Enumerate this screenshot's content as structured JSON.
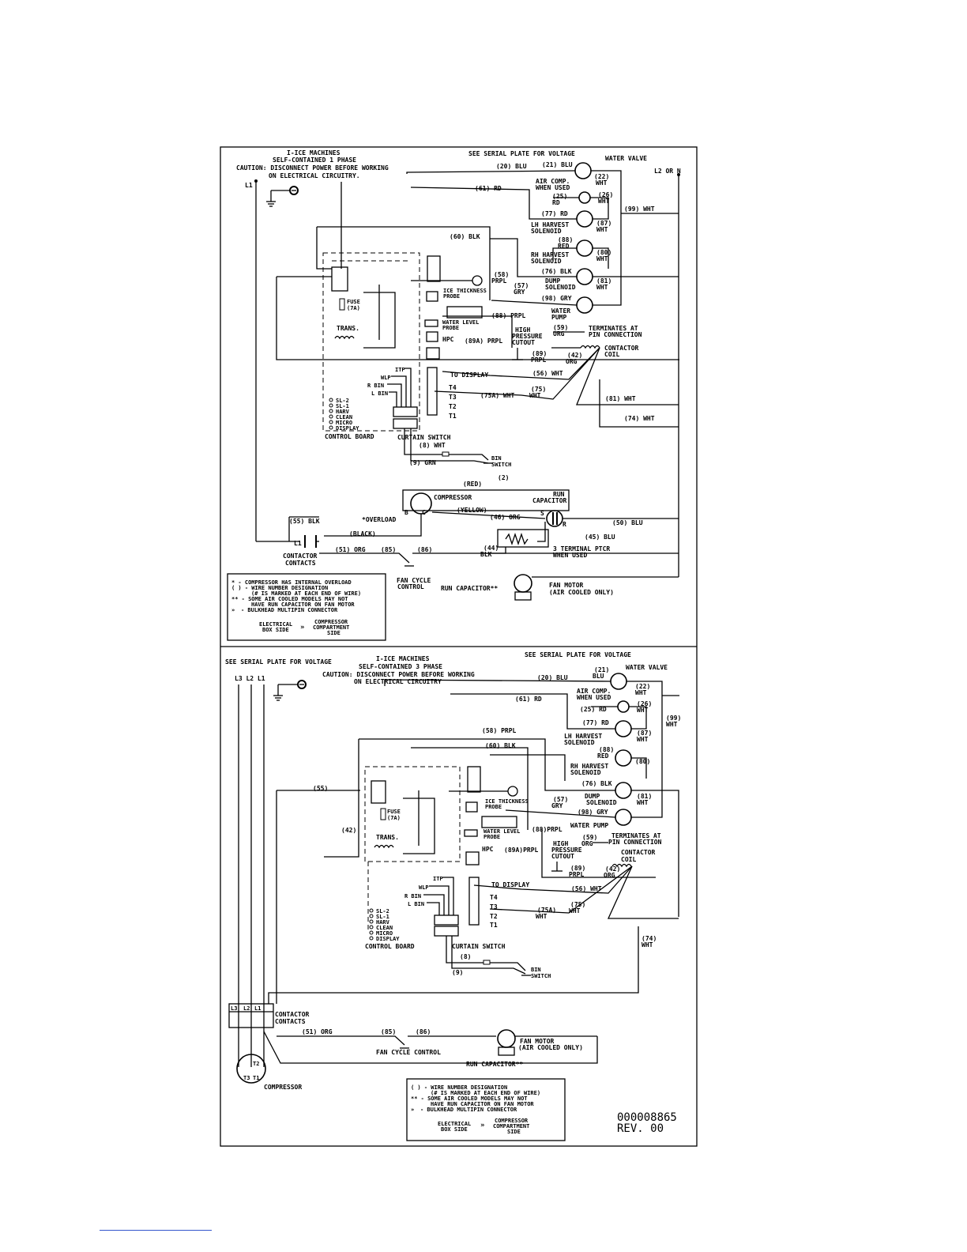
{
  "top": {
    "title": [
      "I-ICE MACHINES",
      "SELF-CONTAINED 1 PHASE",
      "CAUTION: DISCONNECT POWER BEFORE WORKING",
      "ON ELECTRICAL CIRCUITRY."
    ],
    "voltage_note": "SEE SERIAL PLATE FOR VOLTAGE",
    "l1": "L1",
    "l2": "L2 OR N",
    "components": {
      "water_valve": "WATER VALVE",
      "air_comp": [
        "AIR COMP.",
        "WHEN USED"
      ],
      "lh_harvest": [
        "LH HARVEST",
        "SOLENOID"
      ],
      "rh_harvest": [
        "RH HARVEST",
        "SOLENOID"
      ],
      "dump": [
        "DUMP",
        "SOLENOID"
      ],
      "water_pump": [
        "WATER",
        "PUMP"
      ],
      "ice_probe": [
        "ICE THICKNESS",
        "PROBE"
      ],
      "water_probe": [
        "WATER LEVEL",
        "PROBE"
      ],
      "high_pressure": [
        "HIGH",
        "PRESSURE",
        "CUTOUT"
      ],
      "hpc": "HPC",
      "terminates": [
        "TERMINATES AT",
        "PIN CONNECTION"
      ],
      "contactor_coil": [
        "CONTACTOR",
        "COIL"
      ],
      "fuse": [
        "FUSE",
        "(7A)"
      ],
      "trans": "TRANS.",
      "to_display": "TO DISPLAY",
      "t_labels": [
        "T4",
        "T3",
        "T2",
        "T1"
      ],
      "inputs": [
        "ITP",
        "WLP",
        "R BIN",
        "L BIN"
      ],
      "leds": [
        "SL-2",
        "SL-1",
        "HARV",
        "CLEAN",
        "MICRO",
        "DISPLAY"
      ],
      "control_board": "CONTROL BOARD",
      "curtain_switch": "CURTAIN SWITCH",
      "bin_switch": [
        "BIN",
        "SWITCH"
      ],
      "compressor": "COMPRESSOR",
      "run_capacitor": [
        "RUN",
        "CAPACITOR"
      ],
      "overload": "*OVERLOAD",
      "ptcr": [
        "3 TERMINAL PTCR",
        "WHEN USED"
      ],
      "contactor_contacts": [
        "CONTACTOR",
        "CONTACTS"
      ],
      "fan_cycle": [
        "FAN CYCLE",
        "CONTROL"
      ],
      "run_cap_fan": "RUN CAPACITOR**",
      "fan_motor": [
        "FAN MOTOR",
        "(AIR COOLED ONLY)"
      ],
      "pin_b": "B",
      "pin_c": "C",
      "pin_s": "S",
      "pin_r": "R"
    },
    "wires": {
      "w20": "(20) BLU",
      "w21": "(21) BLU",
      "w22": "(22)",
      "w22c": "WHT",
      "w61": "(61) RD",
      "w25": "(25)",
      "w25c": "RD",
      "w26": "(26)",
      "w26c": "WHT",
      "w99": "(99) WHT",
      "w77": "(77) RD",
      "w87": "(87)",
      "w87c": "WHT",
      "w60": "(60) BLK",
      "w88": "(88)",
      "w88c": "RED",
      "w80": "(80)",
      "w80c": "WHT",
      "w58": "(58)",
      "w58c": "PRPL",
      "w76": "(76) BLK",
      "w57": "(57)",
      "w57c": "GRY",
      "w81": "(81)",
      "w81c": "WHT",
      "w98": "(98) GRY",
      "w88p": "(88) PRPL",
      "w59": "(59)",
      "w59c": "ORG",
      "w89a": "(89A) PRPL",
      "w89": "(89)",
      "w89c": "PRPL",
      "w42": "(42)",
      "w42c": "ORG",
      "w56": "(56) WHT",
      "w75a": "(75A) WHT",
      "w75": "(75)",
      "w75c": "WHT",
      "w81b": "(81) WHT",
      "w74": "(74) WHT",
      "w8": "(8) WHT",
      "w9": "(9) GRN",
      "w2": "(2)",
      "red": "(RED)",
      "yellow": "(YELLOW)",
      "w46": "(46) ORG",
      "w45": "(45) BLU",
      "w50": "(50) BLU",
      "w55": "(55) BLK",
      "black": "(BLACK)",
      "w44": "(44)",
      "w44c": "BLK",
      "w51": "(51) ORG",
      "w85": "(85)",
      "w86": "(86)"
    },
    "legend": [
      "* - COMPRESSOR HAS INTERNAL OVERLOAD",
      "( ) - WIRE NUMBER DESIGNATION",
      "(# IS MARKED AT EACH END OF WIRE)",
      "** - SOME AIR COOLED MODELS MAY NOT",
      "HAVE RUN CAPACITOR ON FAN MOTOR",
      "- BULKHEAD MULTIPIN CONNECTOR"
    ],
    "legend_sides": [
      "ELECTRICAL",
      "BOX SIDE",
      "COMPRESSOR",
      "COMPARTMENT",
      "SIDE"
    ]
  },
  "bottom": {
    "title": [
      "I-ICE MACHINES",
      "SELF-CONTAINED 3 PHASE",
      "CAUTION: DISCONNECT POWER BEFORE WORKING",
      "ON ELECTRICAL CIRCUITRY"
    ],
    "voltage_note_left": "SEE SERIAL PLATE FOR VOLTAGE",
    "voltage_note_right": "SEE SERIAL PLATE FOR VOLTAGE",
    "lines": "L3 L2 L1",
    "contactor_terms": [
      "L3",
      "L2",
      "L1"
    ],
    "motor_terms": [
      "T2",
      "T3",
      "T1"
    ],
    "components": {
      "water_valve": "WATER VALVE",
      "air_comp": [
        "AIR COMP.",
        "WHEN USED"
      ],
      "lh_harvest": [
        "LH HARVEST",
        "SOLENOID"
      ],
      "rh_harvest": [
        "RH HARVEST",
        "SOLENOID"
      ],
      "dump": [
        "DUMP",
        "SOLENOID"
      ],
      "water_pump": "WATER PUMP",
      "ice_probe": [
        "ICE THICKNESS",
        "PROBE"
      ],
      "water_probe": [
        "WATER LEVEL",
        "PROBE"
      ],
      "high_pressure": [
        "HIGH",
        "PRESSURE",
        "CUTOUT"
      ],
      "hpc": "HPC",
      "terminates": [
        "TERMINATES AT",
        "PIN CONNECTION"
      ],
      "contactor_coil": [
        "CONTACTOR",
        "COIL"
      ],
      "fuse": [
        "FUSE",
        "(7A)"
      ],
      "trans": "TRANS.",
      "to_display": "TO DISPLAY",
      "t_labels": [
        "T4",
        "T3",
        "T2",
        "T1"
      ],
      "inputs": [
        "ITP",
        "WLP",
        "R BIN",
        "L BIN"
      ],
      "leds": [
        "SL-2",
        "SL-1",
        "HARV",
        "CLEAN",
        "MICRO",
        "DISPLAY"
      ],
      "control_board": "CONTROL BOARD",
      "curtain_switch": "CURTAIN SWITCH",
      "bin_switch": [
        "BIN",
        "SWITCH"
      ],
      "contactor_contacts": [
        "CONTACTOR",
        "CONTACTS"
      ],
      "fan_cycle": "FAN CYCLE CONTROL",
      "fan_motor": [
        "FAN MOTOR",
        "(AIR COOLED ONLY)"
      ],
      "run_cap_fan": "RUN CAPACITOR**",
      "compressor": "COMPRESSOR"
    },
    "wires": {
      "w20": "(20) BLU",
      "w21": "(21)",
      "w21c": "BLU",
      "w22": "(22)",
      "w22c": "WHT",
      "w61": "(61) RD",
      "w25": "(25) RD",
      "w26": "(26)",
      "w26c": "WHT",
      "w99": "(99)",
      "w99c": "WHT",
      "w77": "(77) RD",
      "w87": "(87)",
      "w87c": "WHT",
      "w58": "(58) PRPL",
      "w60": "(60) BLK",
      "w88": "(88)",
      "w88c": "RED",
      "w80": "(80)",
      "w76": "(76) BLK",
      "w55": "(55)",
      "w57": "(57)",
      "w57c": "GRY",
      "w81": "(81)",
      "w81c": "WHT",
      "w98": "(98) GRY",
      "w42l": "(42)",
      "w88p": "(88)PRPL",
      "w59": "(59)",
      "w59c": "ORG",
      "w89a": "(89A)PRPL",
      "w89": "(89)",
      "w89c": "PRPL",
      "w42": "(42)",
      "w42c": "ORG",
      "w56": "(56) WHT",
      "w75a": "(75A)",
      "w75ac": "WHT",
      "w75": "(75)",
      "w75c": "WHT",
      "w74": "(74)",
      "w74c": "WHT",
      "w8": "(8)",
      "w9": "(9)",
      "w51": "(51) ORG",
      "w85": "(85)",
      "w86": "(86)"
    },
    "legend": [
      "( ) - WIRE NUMBER DESIGNATION",
      "(# IS MARKED AT EACH END OF WIRE)",
      "** - SOME AIR COOLED MODELS MAY NOT",
      "HAVE RUN CAPACITOR ON FAN MOTOR",
      "- BULKHEAD MULTIPIN CONNECTOR"
    ],
    "legend_sides": [
      "ELECTRICAL",
      "BOX SIDE",
      "COMPRESSOR",
      "COMPARTMENT",
      "SIDE"
    ],
    "drawing_number": "000008865",
    "revision": "REV. 00"
  }
}
